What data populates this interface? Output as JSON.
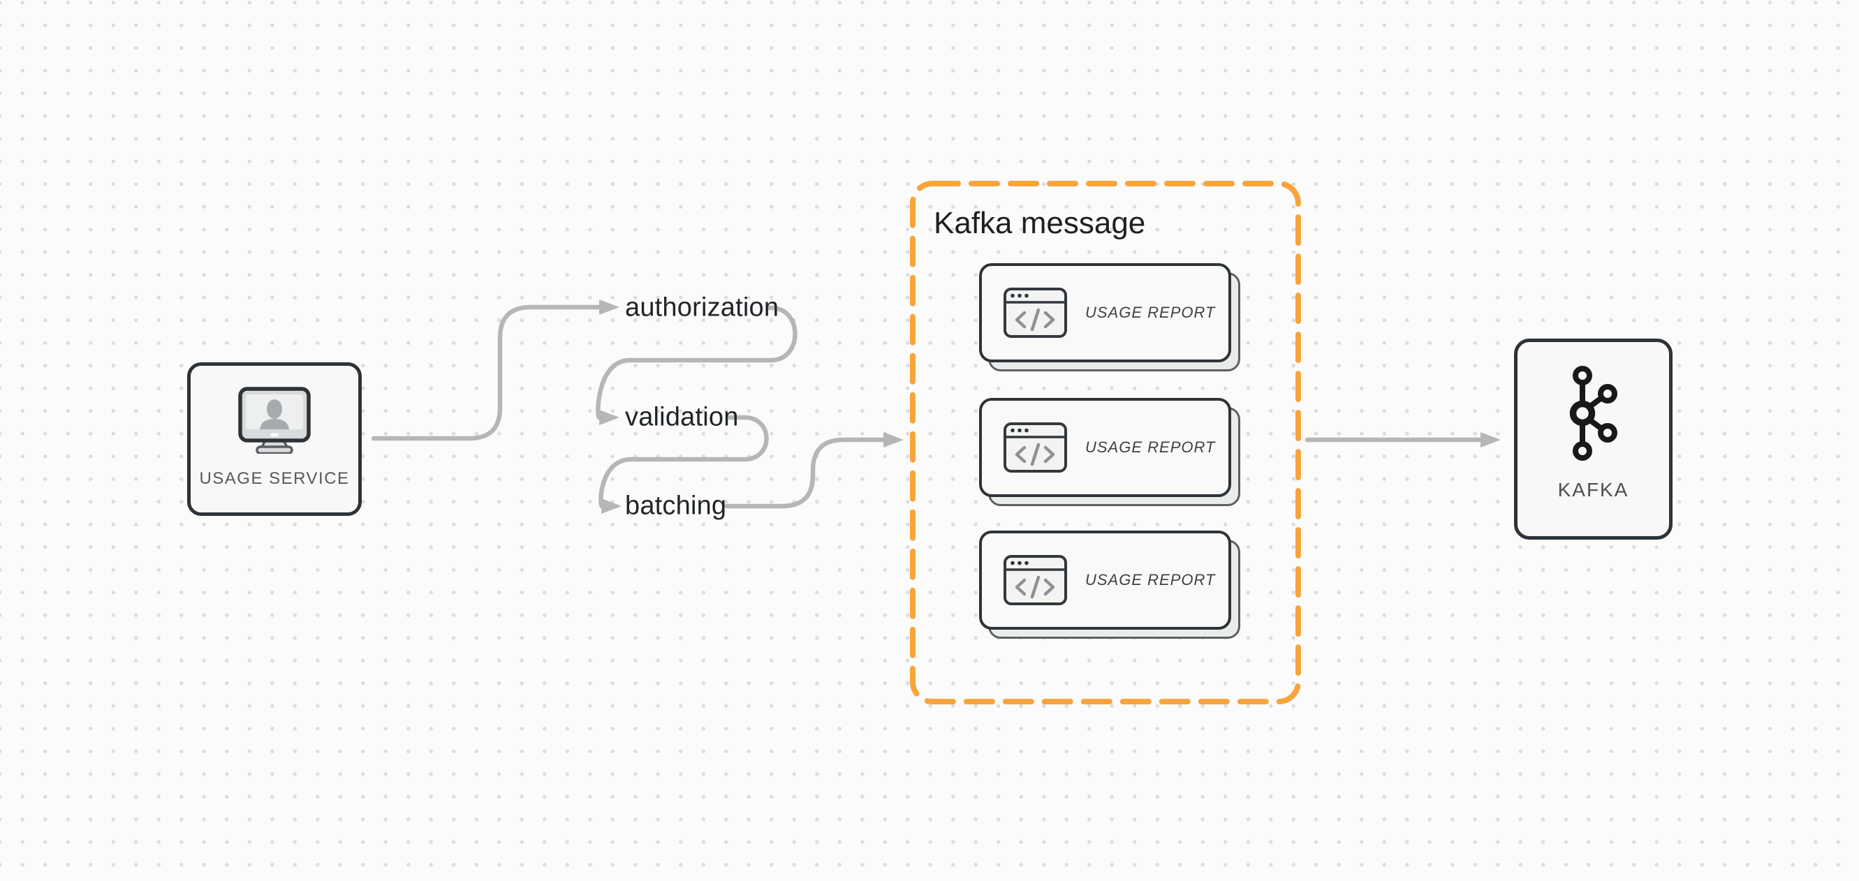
{
  "diagram": {
    "nodes": {
      "usage_service": {
        "label": "USAGE SERVICE"
      },
      "kafka": {
        "label": "KAFKA"
      }
    },
    "pipeline_steps": [
      {
        "label": "authorization"
      },
      {
        "label": "validation"
      },
      {
        "label": "batching"
      }
    ],
    "kafka_message_group": {
      "title": "Kafka message",
      "cards": [
        {
          "label": "USAGE REPORT"
        },
        {
          "label": "USAGE REPORT"
        },
        {
          "label": "USAGE REPORT"
        }
      ]
    },
    "icons": {
      "usage_service_icon": "monitor-user-icon",
      "card_icon": "code-window-icon",
      "kafka_icon": "kafka-logo-icon"
    },
    "colors": {
      "accent_orange": "#F8A43C",
      "connector_gray": "#B5B6B6",
      "node_border_dark": "#2E3338",
      "background": "#FAFBFA"
    }
  }
}
